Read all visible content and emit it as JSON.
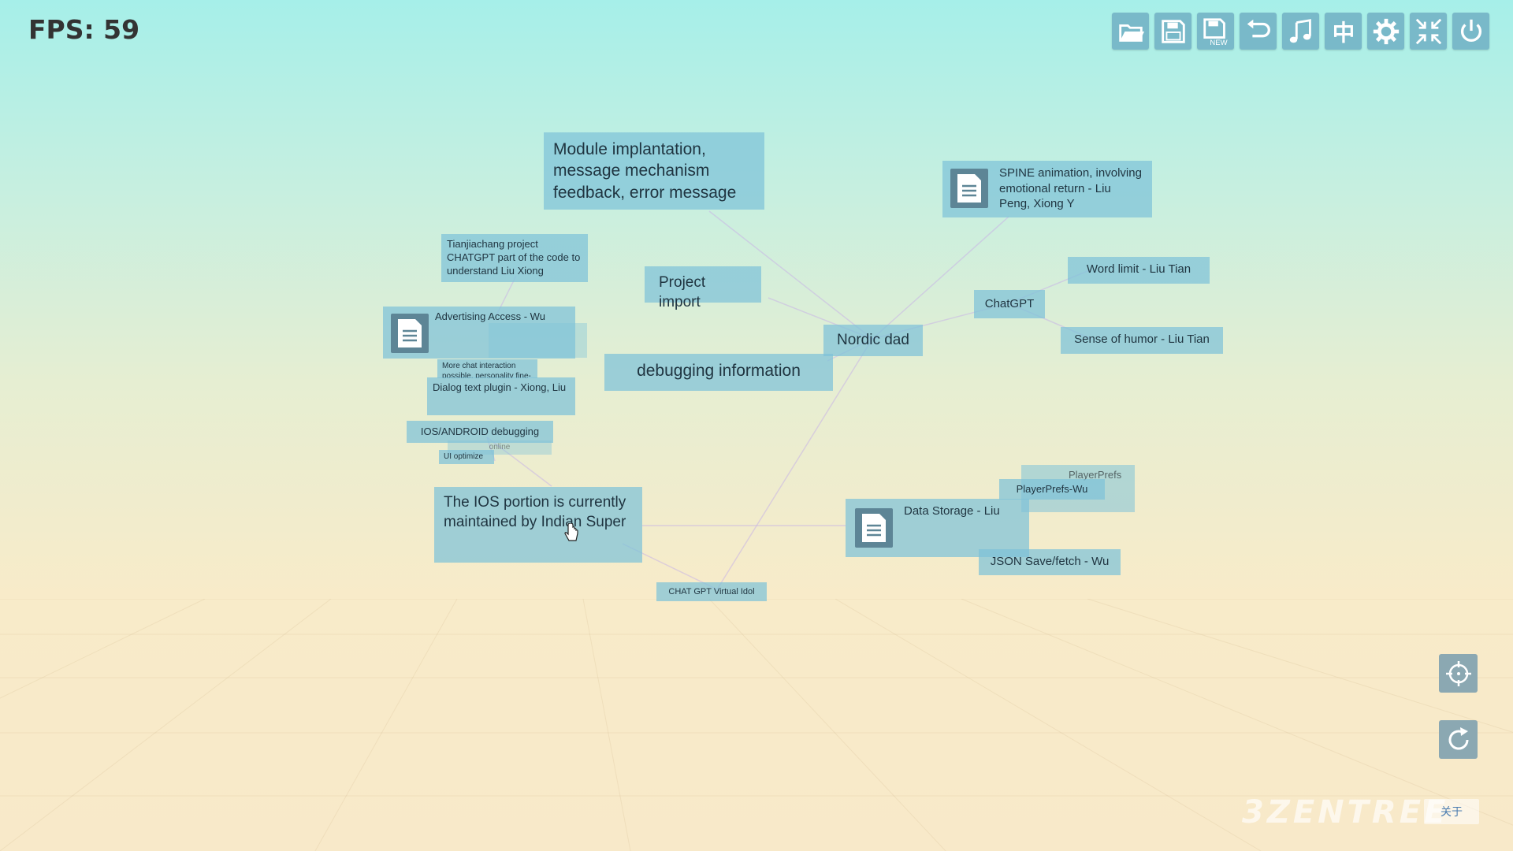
{
  "fps": "FPS: 59",
  "toolbar": [
    {
      "name": "open-file-icon",
      "label": ""
    },
    {
      "name": "save-icon",
      "label": ""
    },
    {
      "name": "save-new-icon",
      "label": "NEW"
    },
    {
      "name": "undo-icon",
      "label": ""
    },
    {
      "name": "music-icon",
      "label": ""
    },
    {
      "name": "language-icon",
      "label": "中"
    },
    {
      "name": "gear-icon",
      "label": ""
    },
    {
      "name": "collapse-icon",
      "label": ""
    },
    {
      "name": "power-icon",
      "label": ""
    }
  ],
  "nodes": {
    "module": "Module implantation, message mechanism feedback, error message",
    "spine": "SPINE animation, involving emotional return - Liu Peng, Xiong Y",
    "tianjiachang": "Tianjiachang project CHATGPT part of the code to understand Liu Xiong",
    "project_import": "Project import",
    "word_limit": "Word limit - Liu Tian",
    "chatgpt": "ChatGPT",
    "advertising": "Advertising Access - Wu",
    "nordic_dad": "Nordic dad",
    "sense_humor": "Sense of humor - Liu Tian",
    "debugging": "debugging information",
    "more_chat": "More chat interaction possible, personality fine-",
    "dialog_plugin": "Dialog text plugin - Xiong, Liu",
    "ios_android": "IOS/ANDROID debugging",
    "online": "online",
    "ui_optimize": "UI optimize",
    "playerprefs_ghost": "PlayerPrefs",
    "playerprefs_wu": "PlayerPrefs-Wu",
    "data_storage": "Data Storage - Liu",
    "ios_portion": "The IOS portion is currently maintained by Indian Super",
    "json_save": "JSON Save/fetch - Wu",
    "chat_idol": "CHAT GPT Virtual Idol"
  },
  "side": {
    "locate": "crosshair-icon",
    "refresh": "refresh-icon"
  },
  "brand": {
    "logo": "3ZENTREE",
    "about": "关于"
  },
  "colors": {
    "node": "#7ec2d8",
    "toolbar": "#79b9c9",
    "accent_text": "#4a7cb0"
  }
}
